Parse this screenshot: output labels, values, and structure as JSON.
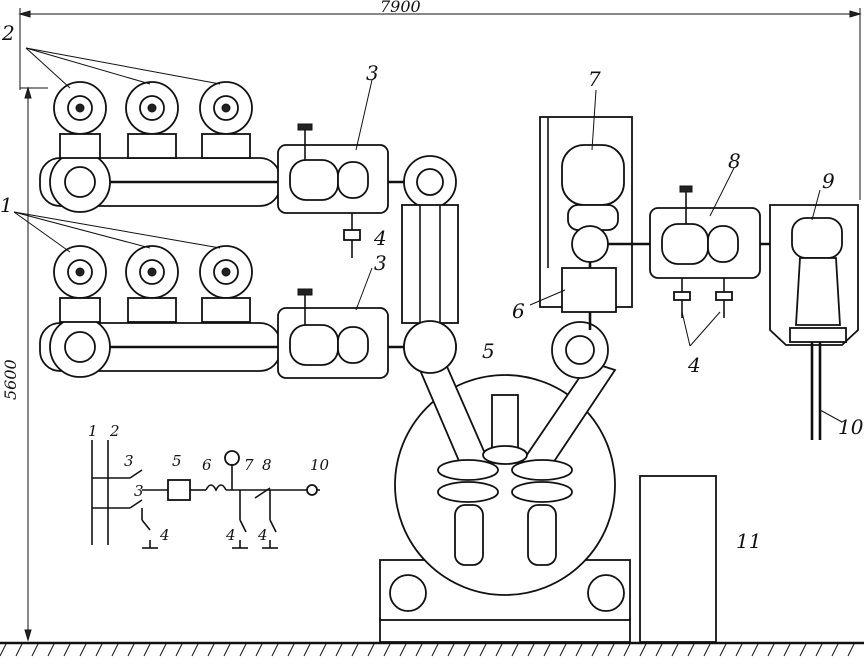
{
  "dimensions": {
    "width_label": "7900",
    "height_label": "5600"
  },
  "labels": {
    "l1": "1",
    "l2": "2",
    "l3a": "3",
    "l3b": "3",
    "l4a": "4",
    "l4b": "4",
    "l5": "5",
    "l6": "6",
    "l7": "7",
    "l8": "8",
    "l9": "9",
    "l10": "10",
    "l11": "11"
  },
  "schematic": {
    "s1": "1",
    "s2": "2",
    "s3a": "3",
    "s3b": "3",
    "s5": "5",
    "s6": "6",
    "s7": "7",
    "s8": "8",
    "s10": "10",
    "s4a": "4",
    "s4b": "4",
    "s4c": "4"
  }
}
